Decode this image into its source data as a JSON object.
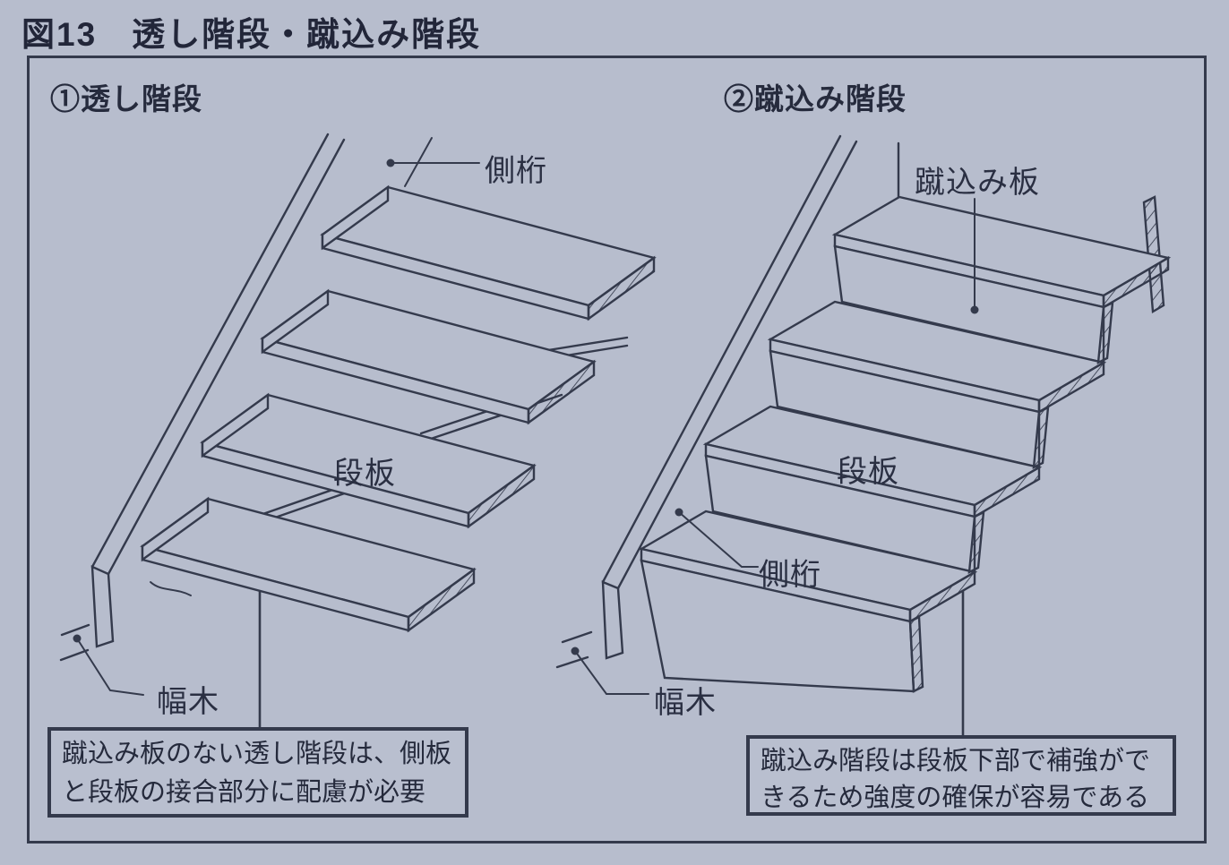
{
  "figure": {
    "title": "図13　透し階段・蹴込み階段"
  },
  "left_panel": {
    "heading": "①透し階段",
    "labels": {
      "stringer": "側桁",
      "tread": "段板",
      "baseboard": "幅木"
    },
    "note_lines": [
      "蹴込み板のない透し階段は、側板",
      "と段板の接合部分に配慮が必要"
    ]
  },
  "right_panel": {
    "heading": "②蹴込み階段",
    "labels": {
      "riser_board": "蹴込み板",
      "tread": "段板",
      "stringer": "側桁",
      "baseboard": "幅木"
    },
    "note_lines": [
      "蹴込み階段は段板下部で補強がで",
      "きるため強度の確保が容易である"
    ]
  },
  "colors": {
    "paper": "#b7bdcd",
    "line": "#343a4c",
    "text": "#262b3d"
  }
}
